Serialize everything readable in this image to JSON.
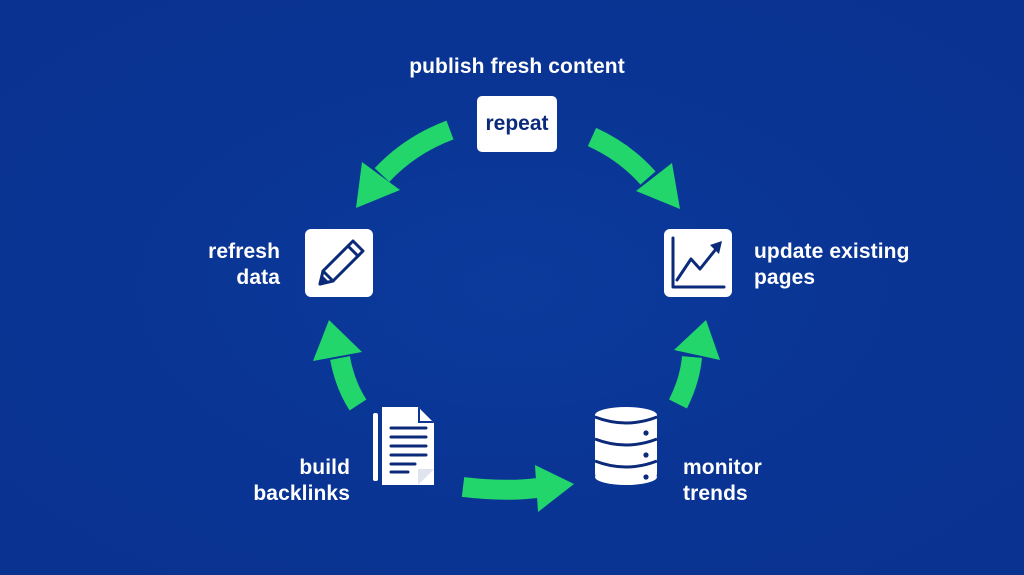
{
  "diagram": {
    "type": "cycle",
    "colors": {
      "background": "#0a3595",
      "arrow": "#22d66c",
      "card": "#ffffff",
      "icon_stroke": "#0c2a7a",
      "text": "#ffffff"
    },
    "top_label": "publish fresh content",
    "center_node": {
      "label": "repeat"
    },
    "nodes": [
      {
        "id": "refresh-data",
        "icon": "pencil-icon",
        "lines": [
          "refresh",
          "data"
        ]
      },
      {
        "id": "update-existing-pages",
        "icon": "trending-chart-icon",
        "lines": [
          "update existing",
          "pages"
        ]
      },
      {
        "id": "build-backlinks",
        "icon": "document-icon",
        "lines": [
          "build",
          "backlinks"
        ]
      },
      {
        "id": "monitor-trends",
        "icon": "database-icon",
        "lines": [
          "monitor",
          "trends"
        ]
      }
    ],
    "arrows": [
      {
        "from": "repeat",
        "to": "refresh-data",
        "direction": "down-left"
      },
      {
        "from": "repeat",
        "to": "update-existing-pages",
        "direction": "down-right"
      },
      {
        "from": "build-backlinks",
        "to": "refresh-data",
        "direction": "up"
      },
      {
        "from": "monitor-trends",
        "to": "update-existing-pages",
        "direction": "up"
      },
      {
        "from": "build-backlinks",
        "to": "monitor-trends",
        "direction": "right"
      }
    ]
  }
}
